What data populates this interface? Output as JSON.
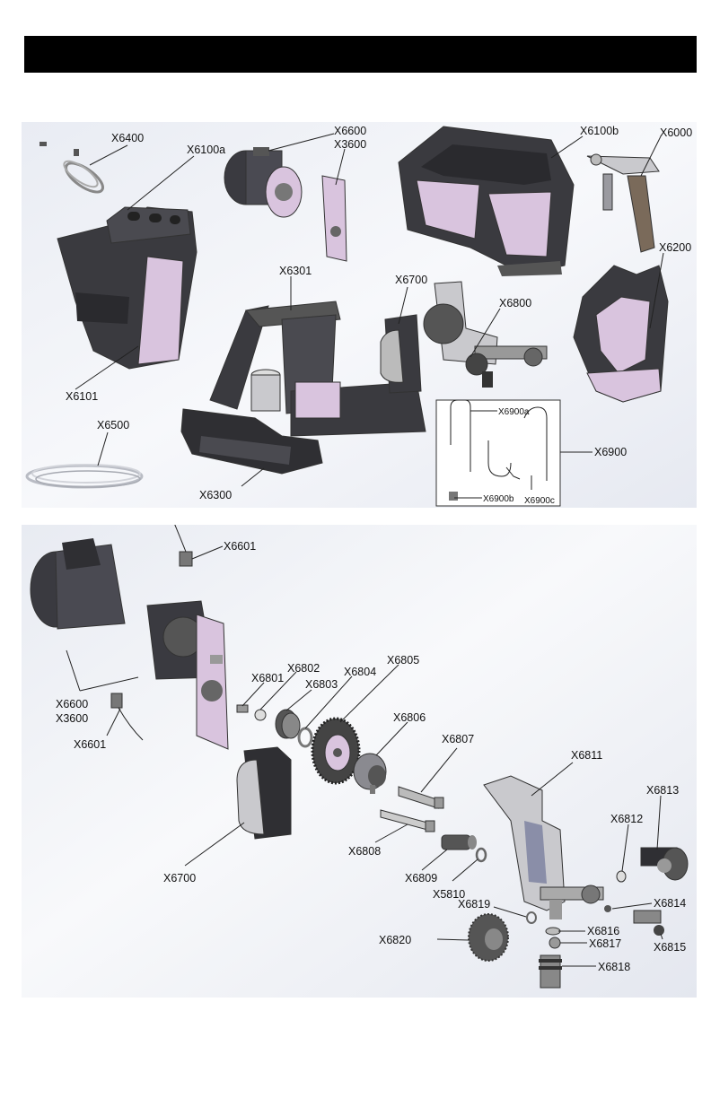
{
  "header": {
    "title": ""
  },
  "overview": {
    "labels": [
      "X6400",
      "X6100a",
      "X6600",
      "X3600",
      "X6100b",
      "X6000",
      "X6200",
      "X6301",
      "X6700",
      "X6800",
      "X6101",
      "X6500",
      "X6300",
      "X6900",
      "X6900a",
      "X6900b",
      "X6900c"
    ]
  },
  "detail": {
    "labels": [
      "X6601",
      "X6600",
      "X3600",
      "X6601",
      "X6801",
      "X6802",
      "X6803",
      "X6804",
      "X6805",
      "X6806",
      "X6807",
      "X6811",
      "X6813",
      "X6812",
      "X6700",
      "X6808",
      "X6809",
      "X5810",
      "X6819",
      "X6814",
      "X6816",
      "X6817",
      "X6815",
      "X6820",
      "X6818"
    ]
  },
  "colors": {
    "housing": "#2f2f33",
    "accent": "#d9c4de",
    "metal": "#c9c9cd",
    "panel_bg": "#eef0f6"
  }
}
